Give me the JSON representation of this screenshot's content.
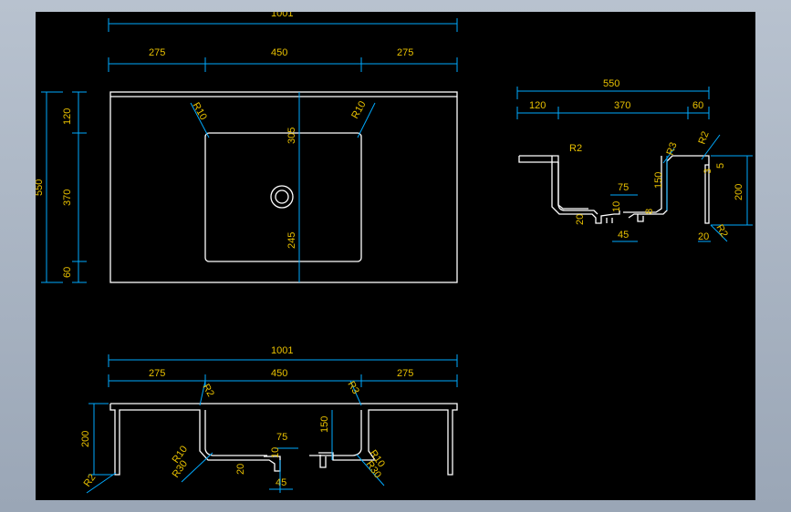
{
  "colors": {
    "background": "#000000",
    "dimension": "#00aaff",
    "text": "#e8c000",
    "object": "#ffffff"
  },
  "top_view": {
    "overall_width": "1001",
    "seg_left": "275",
    "seg_mid": "450",
    "seg_right": "275",
    "depth_total": "550",
    "depth_top": "120",
    "depth_mid": "370",
    "depth_bottom": "60",
    "radius_left": "R10",
    "radius_right": "R10",
    "drain_to_back": "305",
    "drain_to_front": "245"
  },
  "side_view": {
    "overall": "550",
    "seg_a": "120",
    "seg_b": "370",
    "seg_c": "60",
    "r_left": "R2",
    "r_inner": "R3",
    "r_top": "R2",
    "r_bottom": "R2",
    "w_75": "75",
    "h_150": "150",
    "h_200": "200",
    "t_5": "5",
    "t_3": "3",
    "t_10": "10",
    "t_8": "8",
    "h_20": "20",
    "w_45": "45",
    "w_20": "20"
  },
  "front_view": {
    "overall_width": "1001",
    "seg_left": "275",
    "seg_mid": "450",
    "seg_right": "275",
    "r_top_left": "R2",
    "r_top_right": "R3",
    "w_75": "75",
    "h_150": "150",
    "h_200": "200",
    "t_10": "10",
    "h_20": "20",
    "w_45": "45",
    "r10_left": "R10",
    "r30_left": "R30",
    "r10_right": "R10",
    "r30_right": "R30",
    "r_foot": "R2"
  }
}
